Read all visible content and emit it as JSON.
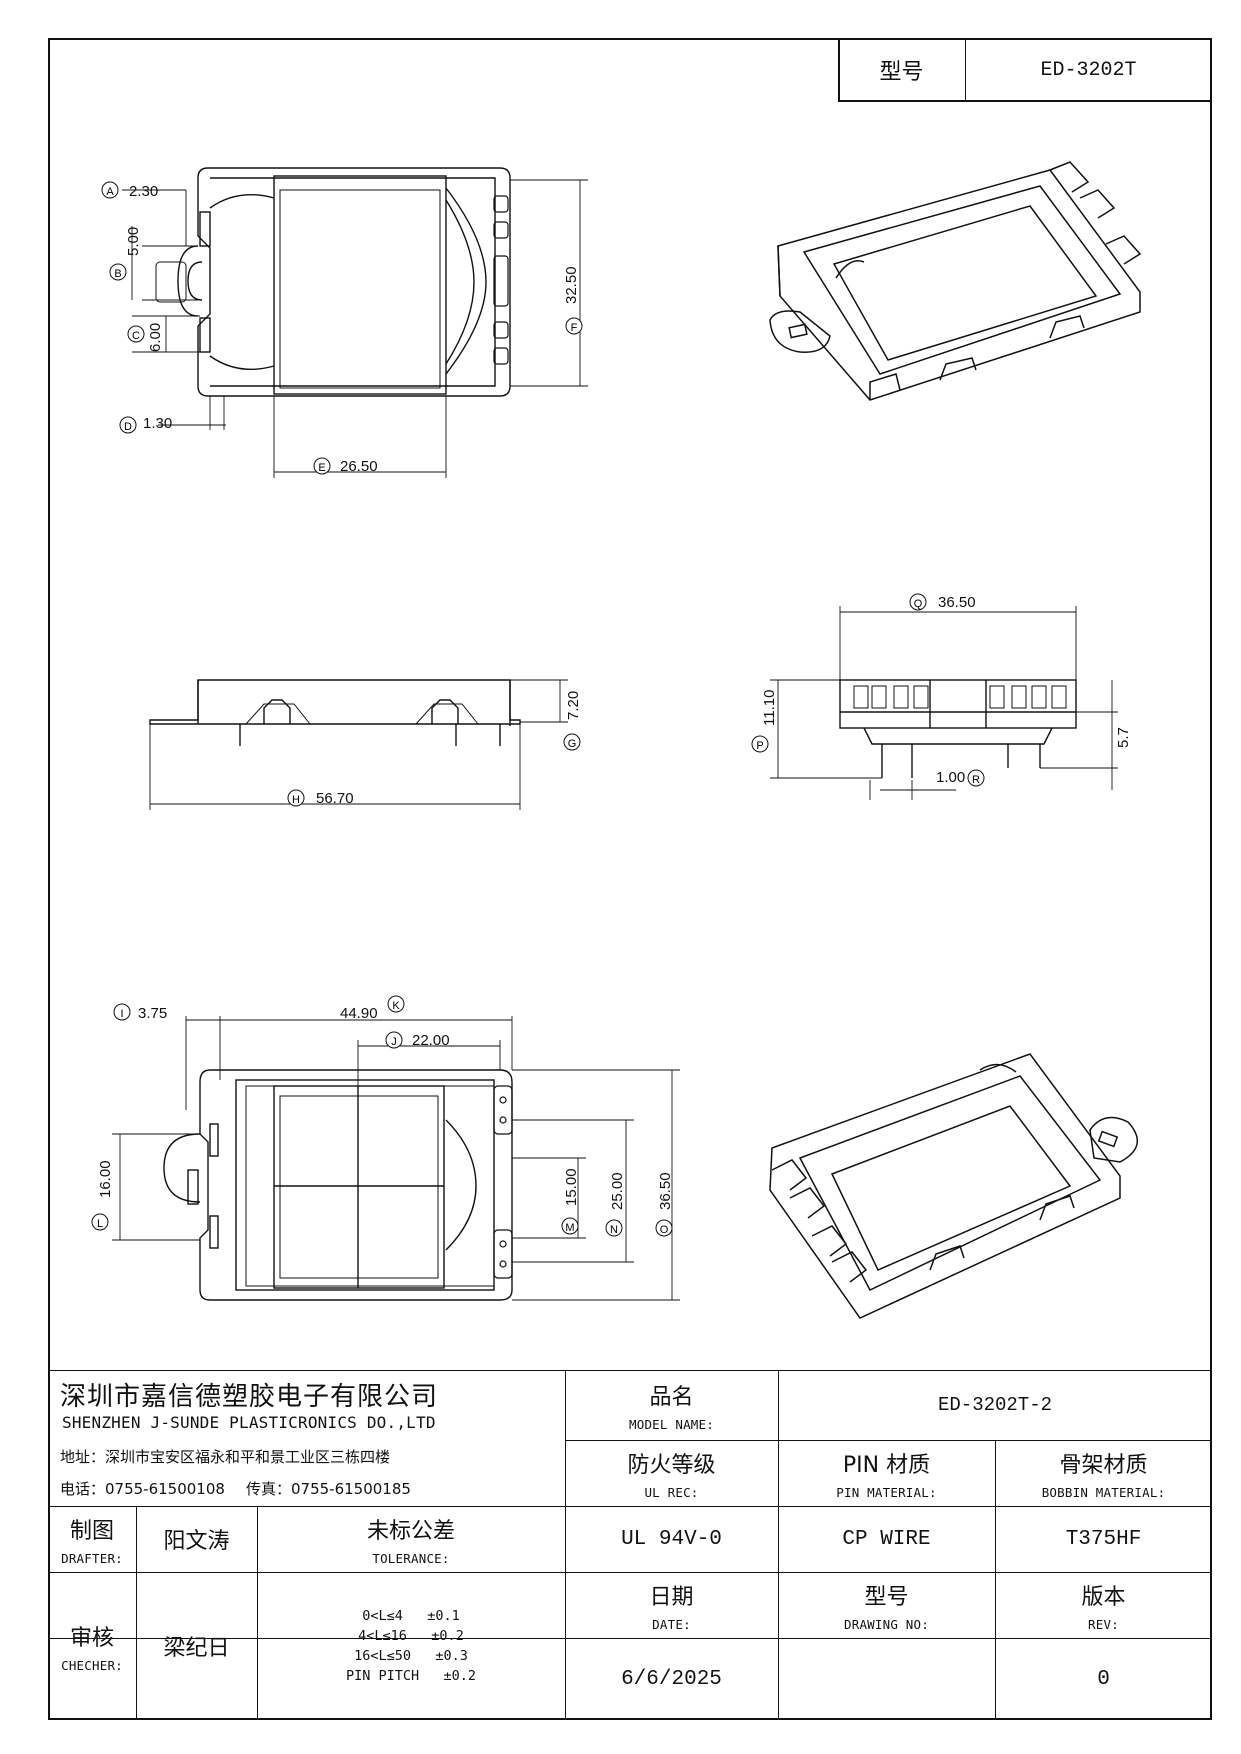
{
  "header": {
    "model_label": "型号",
    "model_value": "ED-3202T"
  },
  "dimensions": {
    "A": "2.30",
    "B": "5.00",
    "C": "6.00",
    "D": "1.30",
    "E": "26.50",
    "F": "32.50",
    "G": "7.20",
    "H": "56.70",
    "I": "3.75",
    "J": "22.00",
    "K": "44.90",
    "L": "16.00",
    "M": "15.00",
    "N": "25.00",
    "O": "36.50",
    "P": "11.10",
    "Q": "36.50",
    "R": "1.00",
    "S": "5.7"
  },
  "dimension_letters": {
    "A": "A",
    "B": "B",
    "C": "C",
    "D": "D",
    "E": "E",
    "F": "F",
    "G": "G",
    "H": "H",
    "I": "I",
    "J": "J",
    "K": "K",
    "L": "L",
    "M": "M",
    "N": "N",
    "O": "O",
    "P": "P",
    "Q": "Q",
    "R": "R"
  },
  "title_block": {
    "company_cn": "深圳市嘉信德塑胶电子有限公司",
    "company_en": "SHENZHEN J-SUNDE PLASTICRONICS DO.,LTD",
    "address": "地址：深圳市宝安区福永和平和景工业区三栋四楼",
    "phone": "电话：0755-61500108",
    "fax": "传真：0755-61500185",
    "product_name_cn": "品名",
    "product_name_en": "MODEL NAME:",
    "product_name_value": "ED-3202T-2",
    "fire_rating_cn": "防火等级",
    "fire_rating_en": "UL REC:",
    "fire_rating_value": "UL 94V-0",
    "pin_material_cn": "PIN 材质",
    "pin_material_en": "PIN MATERIAL:",
    "pin_material_value": "CP WIRE",
    "bobbin_material_cn": "骨架材质",
    "bobbin_material_en": "BOBBIN MATERIAL:",
    "bobbin_material_value": "T375HF",
    "drafter_cn": "制图",
    "drafter_en": "DRAFTER:",
    "drafter_name": "阳文涛",
    "checker_cn": "审核",
    "checker_en": "CHECHER:",
    "checker_name": "梁纪日",
    "tolerance_cn": "未标公差",
    "tolerance_en": "TOLERANCE:",
    "tolerance_lines": [
      "0<L≤4   ±0.1",
      "4<L≤16   ±0.2",
      "16<L≤50   ±0.3",
      "PIN PITCH   ±0.2"
    ],
    "date_cn": "日期",
    "date_en": "DATE:",
    "date_value": "6/6/2025",
    "drawing_no_cn": "型号",
    "drawing_no_en": "DRAWING NO:",
    "drawing_no_value": "",
    "rev_cn": "版本",
    "rev_en": "REV:",
    "rev_value": "0"
  }
}
